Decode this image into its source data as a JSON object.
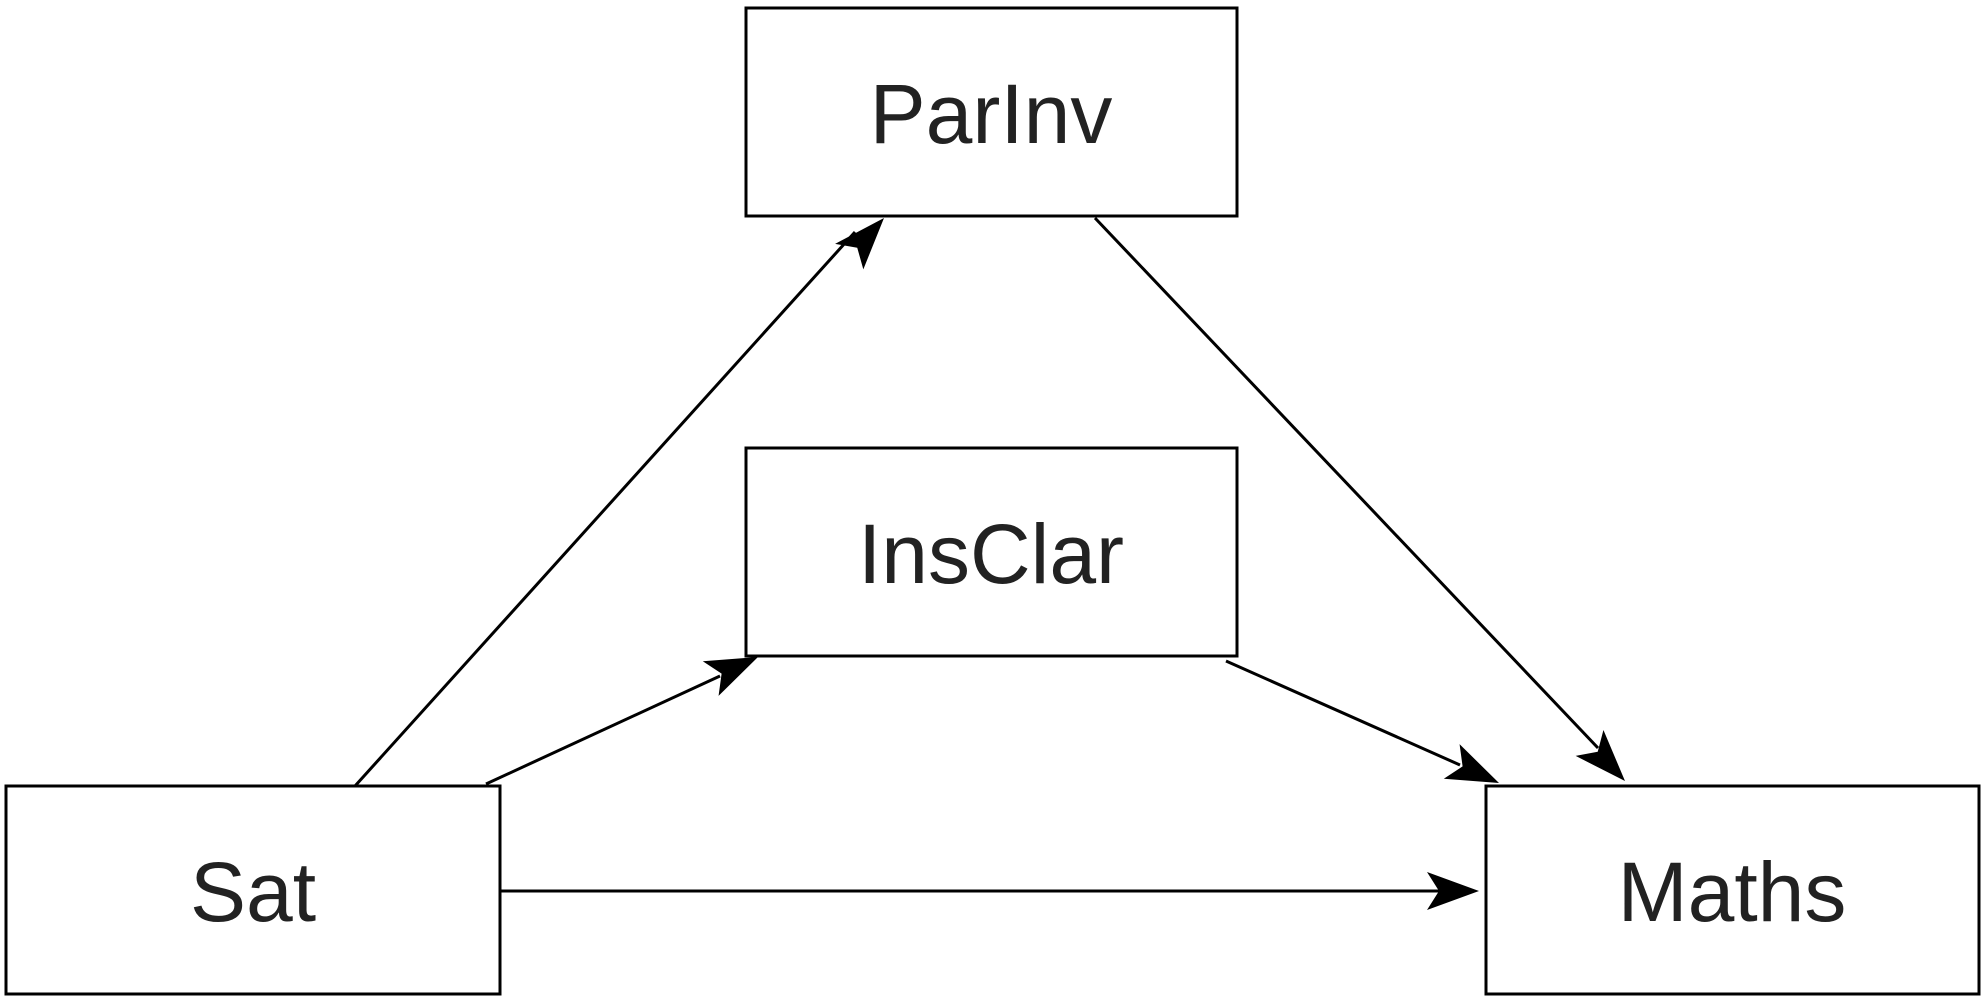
{
  "nodes": {
    "parinv": {
      "label": "ParInv"
    },
    "insclar": {
      "label": "InsClar"
    },
    "sat": {
      "label": "Sat"
    },
    "maths": {
      "label": "Maths"
    }
  },
  "edges": [
    {
      "from": "Sat",
      "to": "ParInv"
    },
    {
      "from": "Sat",
      "to": "InsClar"
    },
    {
      "from": "Sat",
      "to": "Maths"
    },
    {
      "from": "ParInv",
      "to": "Maths"
    },
    {
      "from": "InsClar",
      "to": "Maths"
    }
  ],
  "colors": {
    "stroke": "#000000",
    "background": "#ffffff",
    "text": "#222222"
  }
}
